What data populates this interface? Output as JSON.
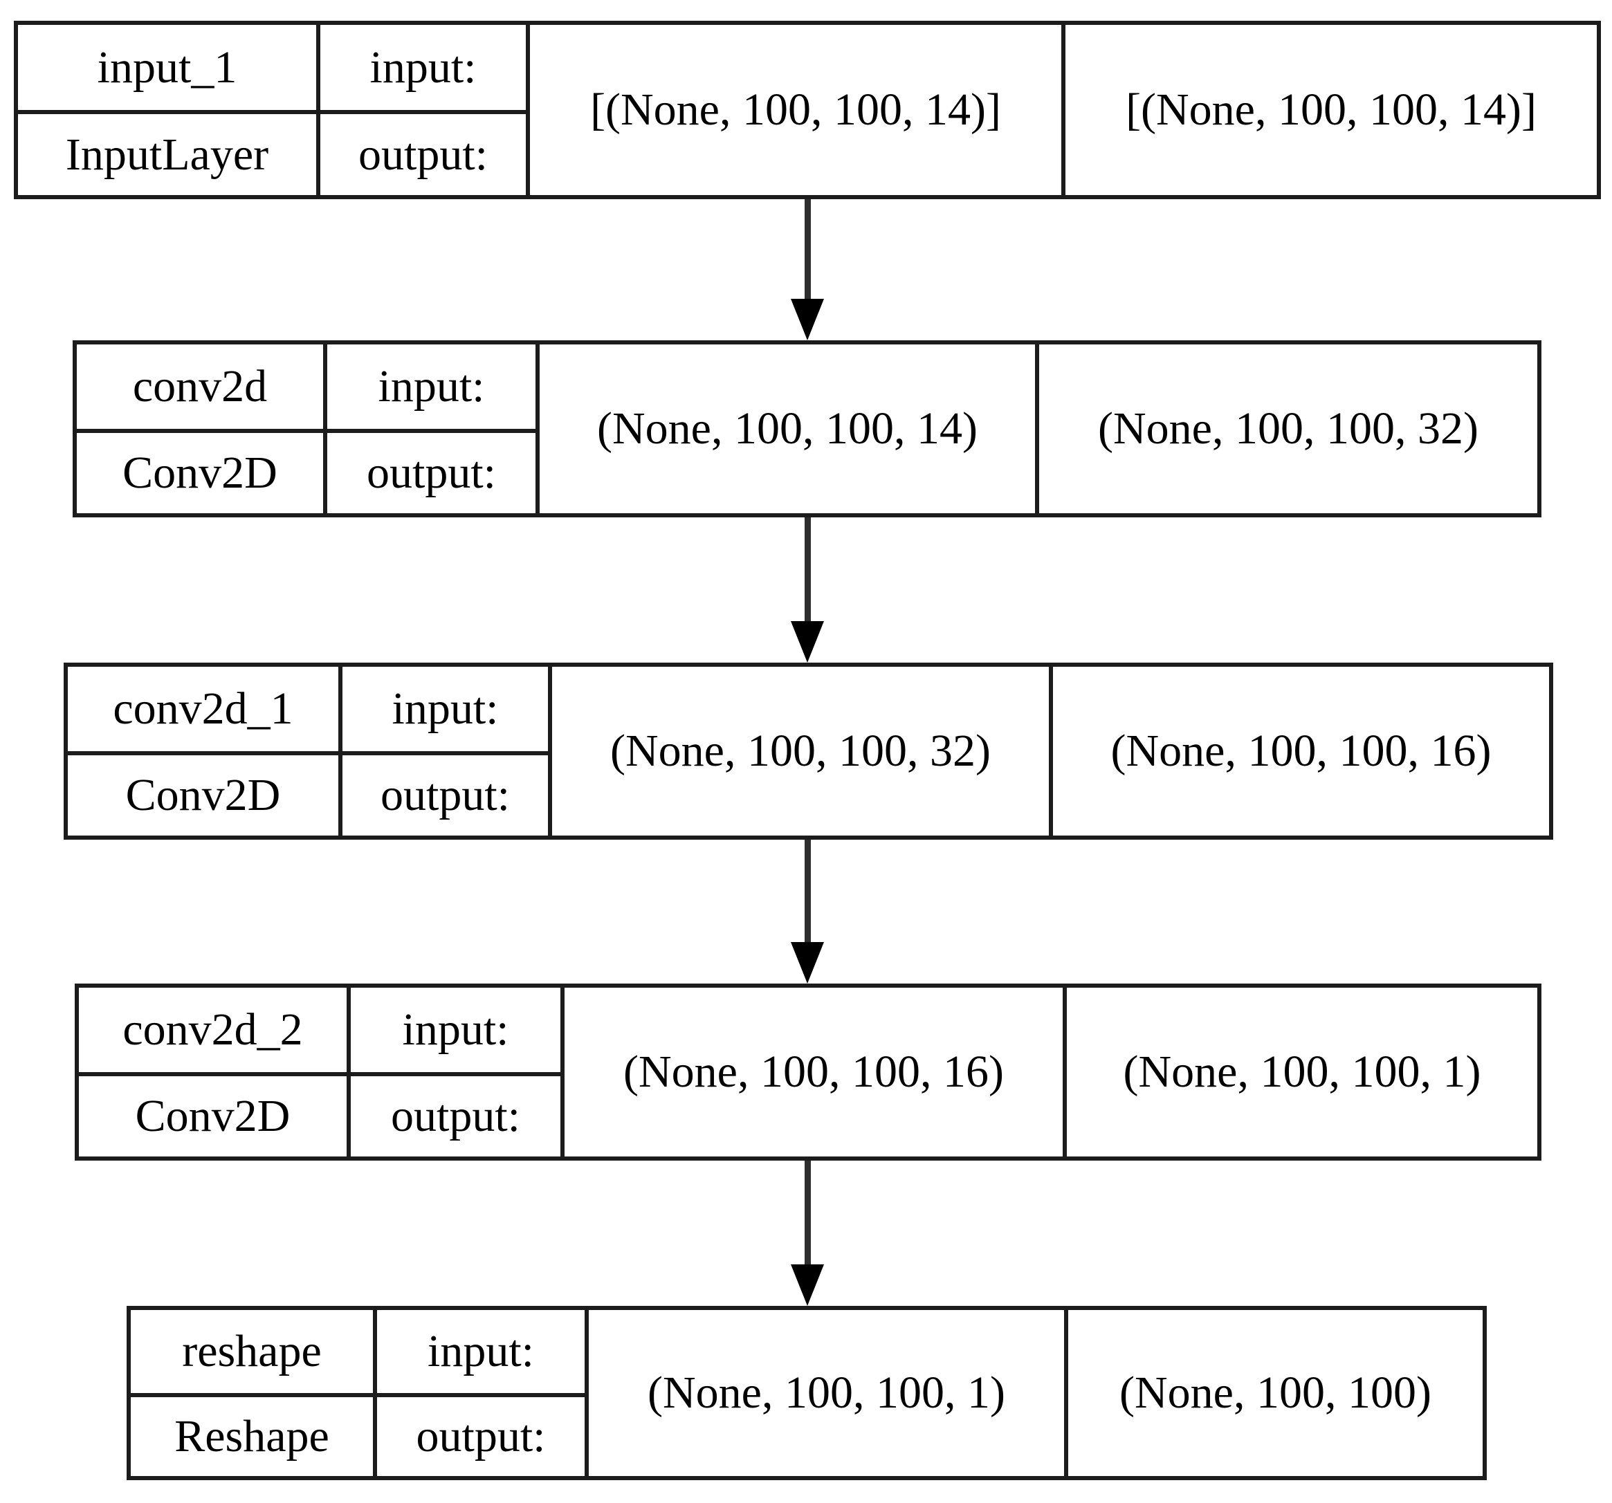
{
  "diagram_type": "keras-model-architecture",
  "labels": {
    "input": "input:",
    "output": "output:"
  },
  "layers": [
    {
      "name": "input_1",
      "type": "InputLayer",
      "input_shape": "[(None, 100, 100, 14)]",
      "output_shape": "[(None, 100, 100, 14)]"
    },
    {
      "name": "conv2d",
      "type": "Conv2D",
      "input_shape": "(None, 100, 100, 14)",
      "output_shape": "(None, 100, 100, 32)"
    },
    {
      "name": "conv2d_1",
      "type": "Conv2D",
      "input_shape": "(None, 100, 100, 32)",
      "output_shape": "(None, 100, 100, 16)"
    },
    {
      "name": "conv2d_2",
      "type": "Conv2D",
      "input_shape": "(None, 100, 100, 16)",
      "output_shape": "(None, 100, 100, 1)"
    },
    {
      "name": "reshape",
      "type": "Reshape",
      "input_shape": "(None, 100, 100, 1)",
      "output_shape": "(None, 100, 100)"
    }
  ],
  "arrows": [
    {
      "from": "input_1",
      "to": "conv2d"
    },
    {
      "from": "conv2d",
      "to": "conv2d_1"
    },
    {
      "from": "conv2d_1",
      "to": "conv2d_2"
    },
    {
      "from": "conv2d_2",
      "to": "reshape"
    }
  ],
  "colors": {
    "background": "#ffffff",
    "border": "#1c1c1c",
    "text": "#000000",
    "arrow_line": "#2e2e2e",
    "arrow_head": "#000000"
  }
}
